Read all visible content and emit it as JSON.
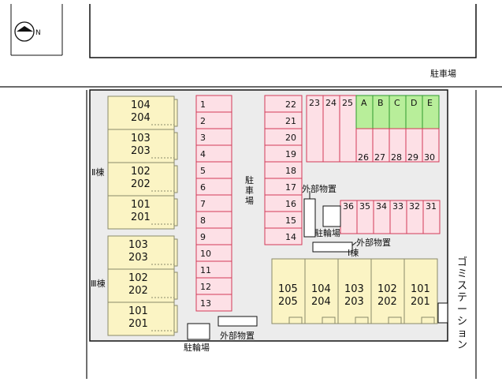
{
  "compass": {
    "letter": "N"
  },
  "labels": {
    "top_parking": "駐車場",
    "center_parking_chars": [
      "駐",
      "車",
      "場"
    ],
    "bike_parking_left": "駐輪場",
    "bike_parking_right": "駐輪場",
    "storage_left": "外部物置",
    "storage_top_right": "外部物置",
    "storage_right": "外部物置",
    "building_ii": "Ⅱ棟",
    "building_iii": "Ⅲ棟",
    "building_i": "Ⅰ棟",
    "garbage_station_chars": [
      "ゴ",
      "ミ",
      "ス",
      "テ",
      "ー",
      "シ",
      "ョ",
      "ン"
    ]
  },
  "building_ii_units": [
    [
      "104",
      "204"
    ],
    [
      "103",
      "203"
    ],
    [
      "102",
      "202"
    ],
    [
      "101",
      "201"
    ]
  ],
  "building_iii_units": [
    [
      "103",
      "203"
    ],
    [
      "102",
      "202"
    ],
    [
      "101",
      "201"
    ]
  ],
  "building_i_units": [
    [
      "105",
      "205"
    ],
    [
      "104",
      "204"
    ],
    [
      "103",
      "203"
    ],
    [
      "102",
      "202"
    ],
    [
      "101",
      "201"
    ]
  ],
  "stalls": {
    "left_column": [
      "1",
      "2",
      "3",
      "4",
      "5",
      "6",
      "7",
      "8",
      "9",
      "10",
      "11",
      "12",
      "13"
    ],
    "middle_column": [
      "22",
      "21",
      "20",
      "19",
      "18",
      "17",
      "16",
      "15",
      "14"
    ],
    "top_row": [
      "23",
      "24",
      "25"
    ],
    "green_row": [
      "A",
      "B",
      "C",
      "D",
      "E"
    ],
    "right_row": [
      "26",
      "27",
      "28",
      "29",
      "30"
    ],
    "bottom_row": [
      "36",
      "35",
      "34",
      "33",
      "32",
      "31"
    ]
  },
  "colors": {
    "stall_fill": "#fde0e6",
    "stall_stroke": "#d23a58",
    "green_fill": "#b8ee9a",
    "green_stroke": "#2f9a2f",
    "building_fill": "#fbf4c4",
    "building_stroke": "#8a8a6a",
    "ground": "#ececec"
  }
}
